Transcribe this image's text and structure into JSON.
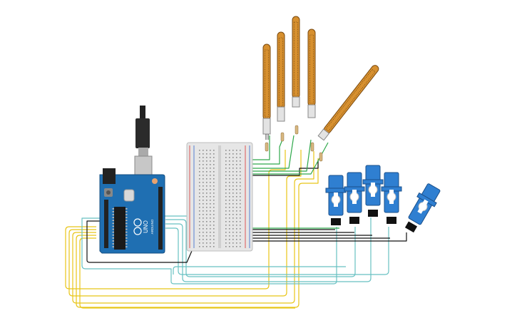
{
  "colors": {
    "board": "#1f6fb2",
    "board_dark": "#165a93",
    "breadboard": "#e6e6e6",
    "flex_sensor": "#d7902f",
    "servo": "#2f7fd1",
    "wire_yellow": "#e8c517",
    "wire_teal": "#68c1c2",
    "wire_green": "#2ea84a",
    "wire_black": "#111111"
  },
  "board": {
    "silkscreen_model": "UNO",
    "silkscreen_brand": "ARDUINO"
  },
  "components": {
    "flex_sensors": 5,
    "servos": 5
  }
}
